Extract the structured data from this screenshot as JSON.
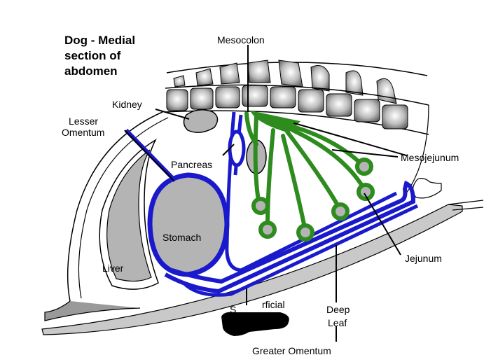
{
  "title": {
    "line1": "Dog - Medial",
    "line2": "section of",
    "line3": "abdomen"
  },
  "labels": {
    "mesocolon": "Mesocolon",
    "kidney": "Kidney",
    "lesser_omentum_1": "Lesser",
    "lesser_omentum_2": "Omentum",
    "pancreas": "Pancreas",
    "mesojejunum": "Mesojejunum",
    "stomach": "Stomach",
    "liver": "Liver",
    "jejunum": "Jejunum",
    "superficial_leaf_partial": "S",
    "superficial_leaf_partial_2": "rficial",
    "deep_leaf_1": "Deep",
    "deep_leaf_2": "Leaf",
    "greater_omentum": "Greater Omentum"
  },
  "colors": {
    "omentum_blue": "#1a1acc",
    "mesentery_green": "#2e8b1e",
    "organ_gray": "#b4b4b4",
    "outline": "#000000"
  }
}
